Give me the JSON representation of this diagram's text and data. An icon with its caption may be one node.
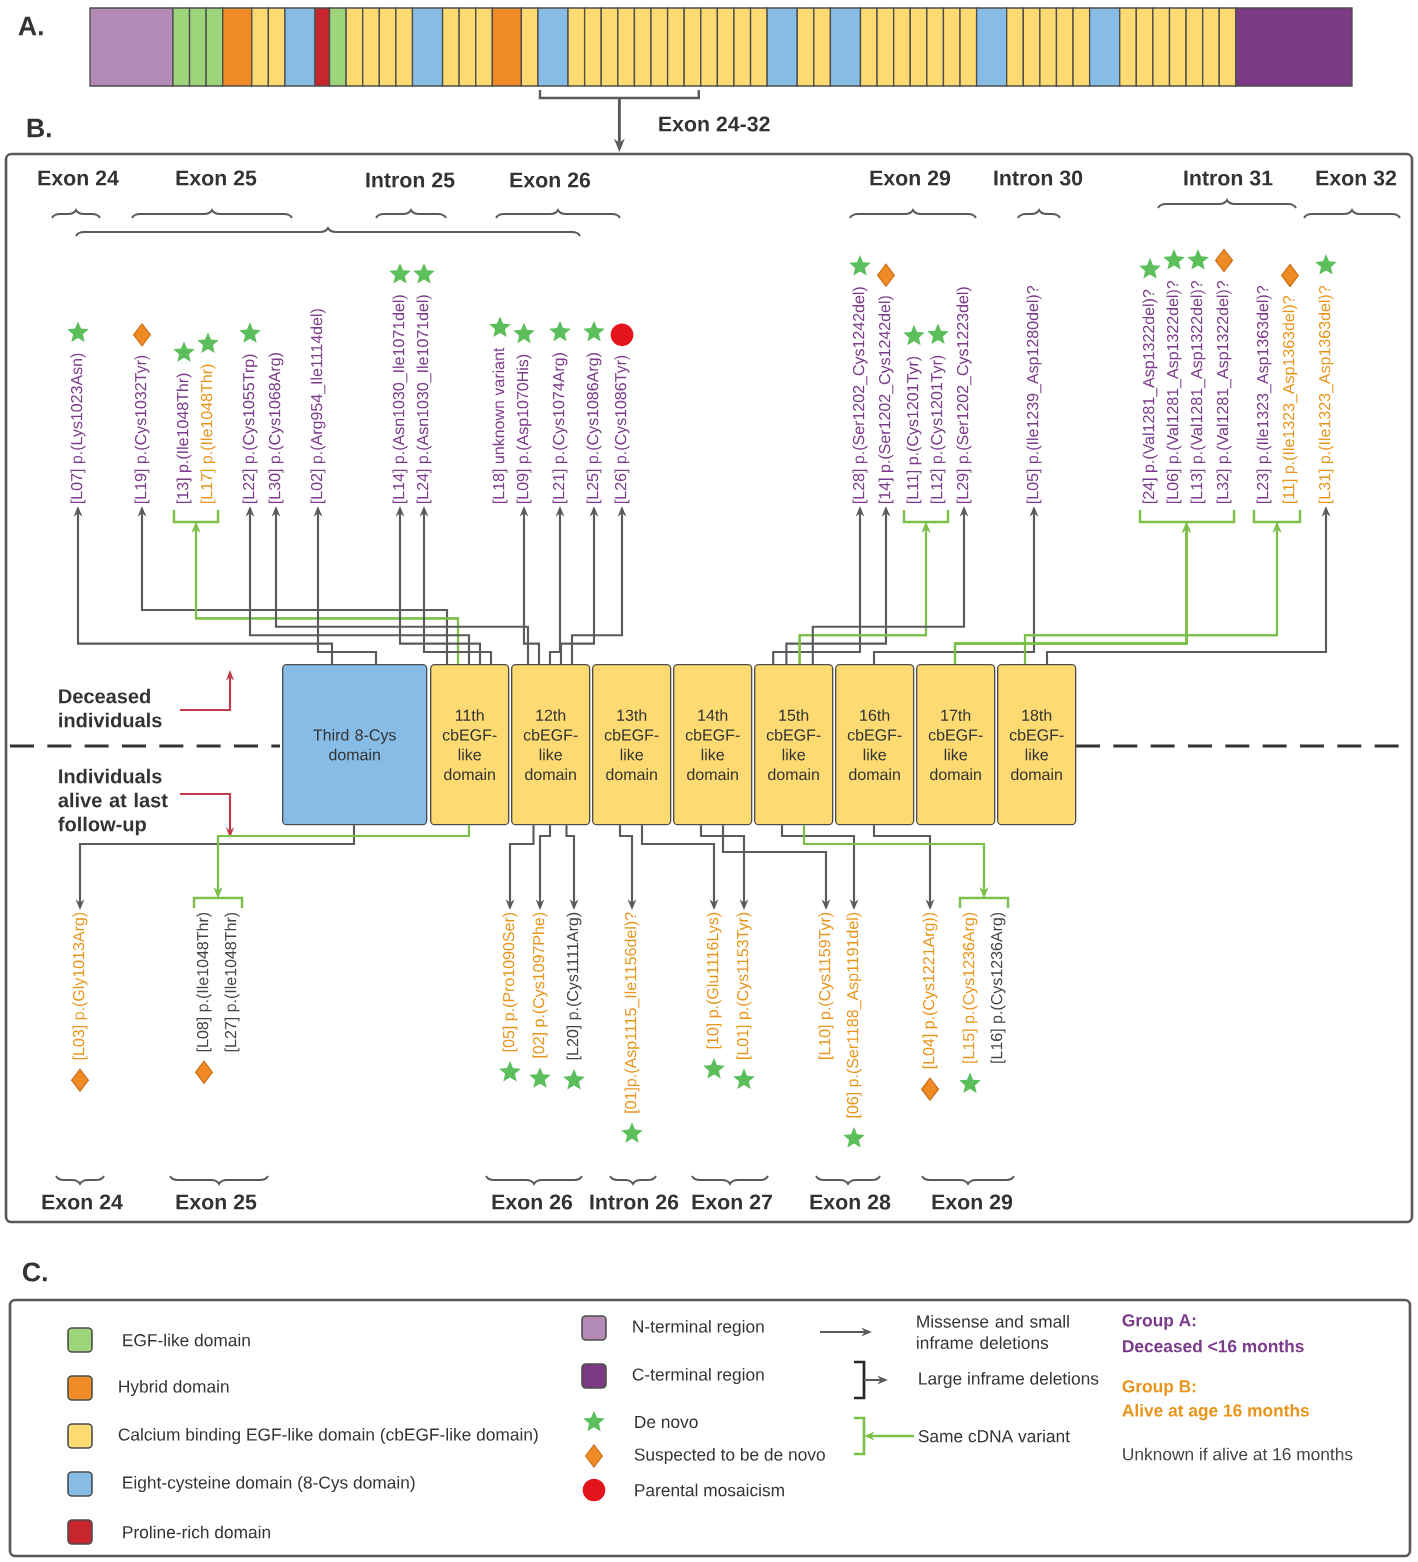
{
  "diagram": {
    "nodes": [
      {
        "text": [
          "[L07] p.(Lys1023Asn)"
        ]
      },
      {
        "text": [
          "[L19] p.(Cys1032Tyr)"
        ]
      },
      {
        "text": [
          "[13] p.(Ile1048Thr)"
        ]
      },
      {
        "text": [
          "[L17] p.(Ile1048Thr)"
        ]
      },
      {
        "text": [
          "[L22] p.(Cys1055Trp)"
        ]
      },
      {
        "text": [
          "[L30] p.(Cys1068Arg)"
        ]
      },
      {
        "text": [
          "[L02] p.(Arg954_Ile1114del)"
        ]
      },
      {
        "text": [
          "[L14] p.(Asn1030_Ile1071del)"
        ]
      },
      {
        "text": [
          "[L24] p.(Asn1030_Ile1071del)"
        ]
      },
      {
        "text": [
          "[L18] unknown variant"
        ]
      },
      {
        "text": [
          "[L09] p.(Asp1070His)"
        ]
      },
      {
        "text": [
          "[L21] p.(Cys1074Arg)"
        ]
      },
      {
        "text": [
          "[L25] p.(Cys1086Arg)"
        ]
      },
      {
        "text": [
          "[L26] p.(Cys1086Tyr)"
        ]
      },
      {
        "text": [
          "[L28] p.(Ser1202_Cys1242del)"
        ]
      },
      {
        "text": [
          "[14] p.(Ser1202_Cys1242del)"
        ]
      },
      {
        "text": [
          "[L11] p.(Cys1201Tyr)"
        ]
      },
      {
        "text": [
          "[L12] p.(Cys1201Tyr)"
        ]
      },
      {
        "text": [
          "[L29] p.(Ser1202_Cys1223del)"
        ]
      },
      {
        "text": [
          "[L05] p.(Ile1239_Asp1280del)?"
        ]
      },
      {
        "text": [
          "[24] p.(Val1281_Asp1322del)?"
        ]
      },
      {
        "text": [
          "[L06] p.(Val1281_Asp1322del)?"
        ]
      },
      {
        "text": [
          "[L13] p.(Val1281_Asp1322del)?"
        ]
      },
      {
        "text": [
          "[L32] p.(Val1281_Asp1322del)?"
        ]
      },
      {
        "text": [
          "[L23] p.(Ile1323_Asp1363del)?"
        ]
      },
      {
        "text": [
          "[11] p.(Ile1323_Asp1363del)?"
        ]
      },
      {
        "text": [
          "[L31] p.(Ile1323_Asp1363del)?"
        ]
      },
      {
        "text": [
          "Third 8-Cys domain"
        ]
      },
      {
        "text": [
          "11th cbEGF-like domain"
        ]
      },
      {
        "text": [
          "12th cbEGF-like domain"
        ]
      },
      {
        "text": [
          "13th cbEGF-like domain"
        ]
      },
      {
        "text": [
          "14th cbEGF-like domain"
        ]
      },
      {
        "text": [
          "15th cbEGF-like domain"
        ]
      },
      {
        "text": [
          "16th cbEGF-like domain"
        ]
      },
      {
        "text": [
          "17th cbEGF-like domain"
        ]
      },
      {
        "text": [
          "18th cbEGF-like domain"
        ]
      },
      {
        "text": [
          "[L03] p.(Gly1013Arg)"
        ]
      },
      {
        "text": [
          "[L08] p.(Ile1048Thr)"
        ]
      },
      {
        "text": [
          "[L27] p.(Ile1048Thr)"
        ]
      },
      {
        "text": [
          "[05] p.(Pro1090Ser)"
        ]
      },
      {
        "text": [
          "[02] p.(Cys1097Phe)"
        ]
      },
      {
        "text": [
          "[L20] p.(Cys1111Arg)"
        ]
      },
      {
        "text": [
          "[01]p.(Asp1115_Ile1156del)?"
        ]
      },
      {
        "text": [
          "[10] p.(Glu1116Lys)"
        ]
      },
      {
        "text": [
          "[L01] p.(Cys1153Tyr)"
        ]
      },
      {
        "text": [
          "[L10] p.(Cys1159Tyr)"
        ]
      },
      {
        "text": [
          "[06] p.(Ser1188_Asp1191del)"
        ]
      },
      {
        "text": [
          "[L04] p.(Cys1221Arg))"
        ]
      },
      {
        "text": [
          "[L15] p.(Cys1236Arg)"
        ]
      },
      {
        "text": [
          "[L16] p.(Cys1236Arg)"
        ]
      }
    ],
    "edges": [
      {
        "from": 27,
        "to": 0,
        "arrow": "to"
      },
      {
        "from": 28,
        "to": 1,
        "arrow": "to"
      },
      {
        "from": 28,
        "to": 2,
        "arrow": "to",
        "color": "#7cc04a"
      },
      {
        "from": 28,
        "to": 3,
        "arrow": "to",
        "color": "#7cc04a"
      },
      {
        "from": 28,
        "to": 4,
        "arrow": "to"
      },
      {
        "from": 29,
        "to": 5,
        "arrow": "to"
      },
      {
        "from": 27,
        "to": 6,
        "arrow": "to"
      },
      {
        "from": 28,
        "to": 7,
        "arrow": "to"
      },
      {
        "from": 28,
        "to": 8,
        "arrow": "to"
      },
      {
        "from": 29,
        "to": 10,
        "arrow": "to"
      },
      {
        "from": 29,
        "to": 11,
        "arrow": "to"
      },
      {
        "from": 29,
        "to": 12,
        "arrow": "to"
      },
      {
        "from": 29,
        "to": 13,
        "arrow": "to"
      },
      {
        "from": 32,
        "to": 14,
        "arrow": "to"
      },
      {
        "from": 32,
        "to": 15,
        "arrow": "to"
      },
      {
        "from": 32,
        "to": 16,
        "arrow": "to",
        "color": "#7cc04a"
      },
      {
        "from": 32,
        "to": 17,
        "arrow": "to",
        "color": "#7cc04a"
      },
      {
        "from": 32,
        "to": 18,
        "arrow": "to"
      },
      {
        "from": 33,
        "to": 19,
        "arrow": "to"
      },
      {
        "from": 34,
        "to": 20,
        "arrow": "to",
        "color": "#7cc04a"
      },
      {
        "from": 34,
        "to": 21,
        "arrow": "to",
        "color": "#7cc04a"
      },
      {
        "from": 34,
        "to": 22,
        "arrow": "to",
        "color": "#7cc04a"
      },
      {
        "from": 34,
        "to": 23,
        "arrow": "to",
        "color": "#7cc04a"
      },
      {
        "from": 35,
        "to": 24,
        "arrow": "to",
        "color": "#7cc04a"
      },
      {
        "from": 35,
        "to": 25,
        "arrow": "to",
        "color": "#7cc04a"
      },
      {
        "from": 35,
        "to": 26,
        "arrow": "to"
      },
      {
        "from": 27,
        "to": 36,
        "arrow": "to"
      },
      {
        "from": 28,
        "to": 37,
        "arrow": "to",
        "color": "#7cc04a"
      },
      {
        "from": 28,
        "to": 38,
        "arrow": "to",
        "color": "#7cc04a"
      },
      {
        "from": 29,
        "to": 39,
        "arrow": "to"
      },
      {
        "from": 29,
        "to": 40,
        "arrow": "to"
      },
      {
        "from": 29,
        "to": 41,
        "arrow": "to"
      },
      {
        "from": 30,
        "to": 42,
        "arrow": "to"
      },
      {
        "from": 30,
        "to": 43,
        "arrow": "to"
      },
      {
        "from": 31,
        "to": 44,
        "arrow": "to"
      },
      {
        "from": 31,
        "to": 45,
        "arrow": "to"
      },
      {
        "from": 32,
        "to": 46,
        "arrow": "to"
      },
      {
        "from": 33,
        "to": 47,
        "arrow": "to"
      },
      {
        "from": 32,
        "to": 48,
        "arrow": "to",
        "color": "#7cc04a"
      },
      {
        "from": 32,
        "to": 49,
        "arrow": "to",
        "color": "#7cc04a"
      }
    ],
    "labels": [
      "A.",
      "B.",
      "Exon 24-32",
      "Exon 24",
      "Exon 25",
      "Intron 25",
      "Exon 26",
      "Exon 29",
      "Intron 30",
      "Intron 31",
      "Exon 32",
      "Deceased individuals",
      "Individuals alive at last follow-up",
      "Exon 24",
      "Exon 25",
      "Exon 26",
      "Intron 26",
      "Exon 27",
      "Exon 28",
      "Exon 29",
      "C."
    ],
    "legend": [
      {
        "text": "EGF-like domain",
        "color": "#9ed57a"
      },
      {
        "text": "Hybrid domain",
        "color": "#f08a24"
      },
      {
        "text": "Calcium binding EGF-like domain (cbEGF-like domain)",
        "color": "#fdda72"
      },
      {
        "text": "Eight-cysteine domain (8-Cys domain)",
        "color": "#86bce6"
      },
      {
        "text": "Proline-rich domain",
        "color": "#c7262f"
      },
      {
        "text": "N-terminal region",
        "color": "#b38bb6"
      },
      {
        "text": "C-terminal region",
        "color": "#7d3a84"
      },
      {
        "text": "De novo"
      },
      {
        "text": "Suspected to be de novo"
      },
      {
        "text": "Parental mosaicism"
      },
      {
        "text": "Missense and small inframe deletions"
      },
      {
        "text": "Large inframe deletions"
      },
      {
        "text": "Same cDNA variant"
      },
      {
        "text": "Group A:",
        "color": "#7b3a8a"
      },
      {
        "text": "Deceased <16 months",
        "color": "#7b3a8a"
      },
      {
        "text": "Group B:",
        "color": "#e8941a"
      },
      {
        "text": "Alive at age 16 months",
        "color": "#e8941a"
      },
      {
        "text": "Unknown if alive at 16 months",
        "color": "#444444"
      }
    ]
  }
}
